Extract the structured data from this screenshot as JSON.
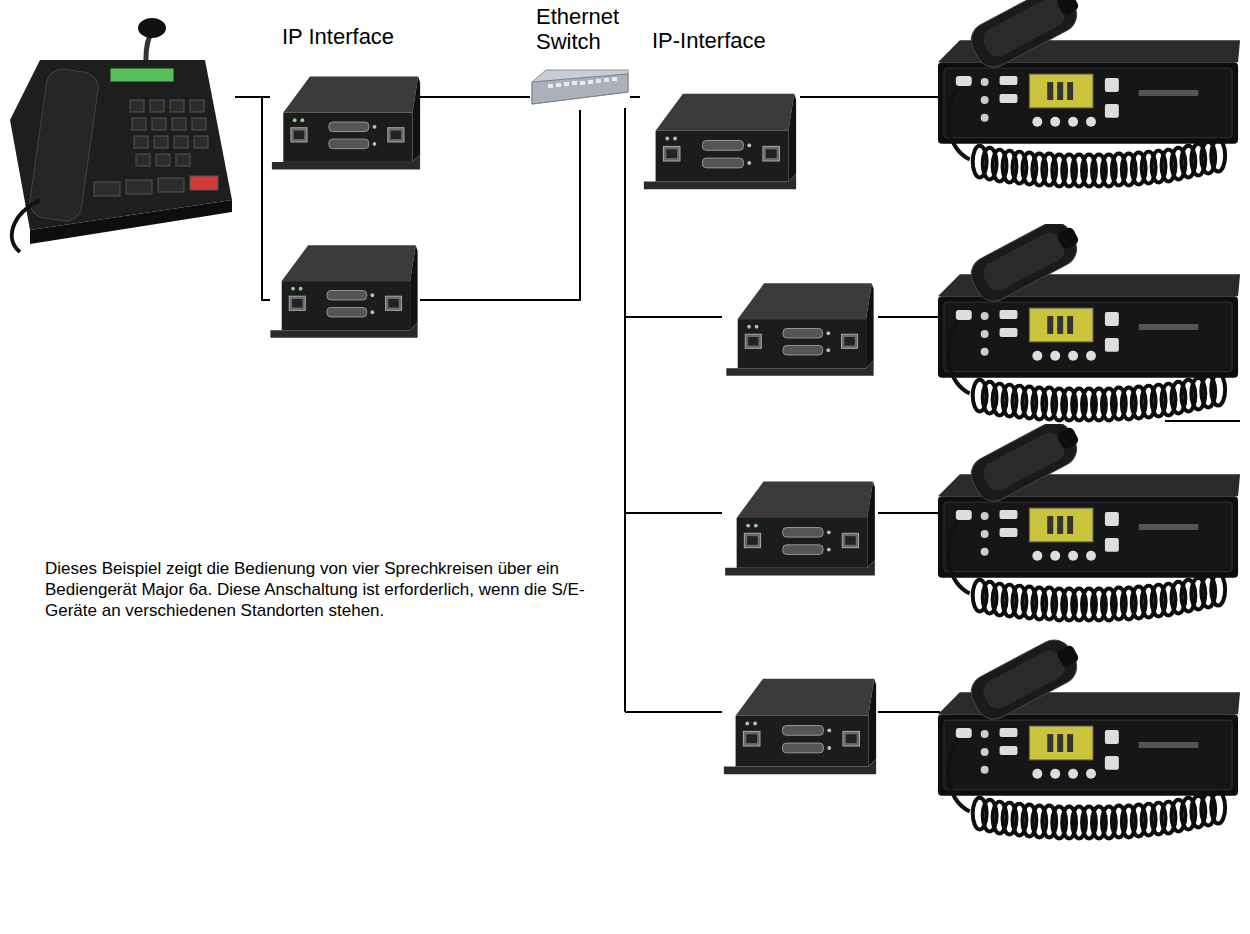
{
  "diagram": {
    "nodes": [
      {
        "text": [
          "IP Interface"
        ]
      },
      {
        "text": [
          "Ethernet Switch"
        ]
      },
      {
        "text": [
          "IP-Interface"
        ]
      }
    ],
    "edges": [
      {
        "from": 0,
        "to": 1,
        "arrow": "none"
      },
      {
        "from": 1,
        "to": 2,
        "arrow": "none"
      }
    ],
    "labels": [
      "Dieses Beispiel zeigt die Bedienung von vier Sprechkreisen über ein Bediengerät Major 6a. Diese Anschaltung ist erforderlich, wenn die S/E-Geräte an verschiedenen Standorten stehen."
    ]
  }
}
